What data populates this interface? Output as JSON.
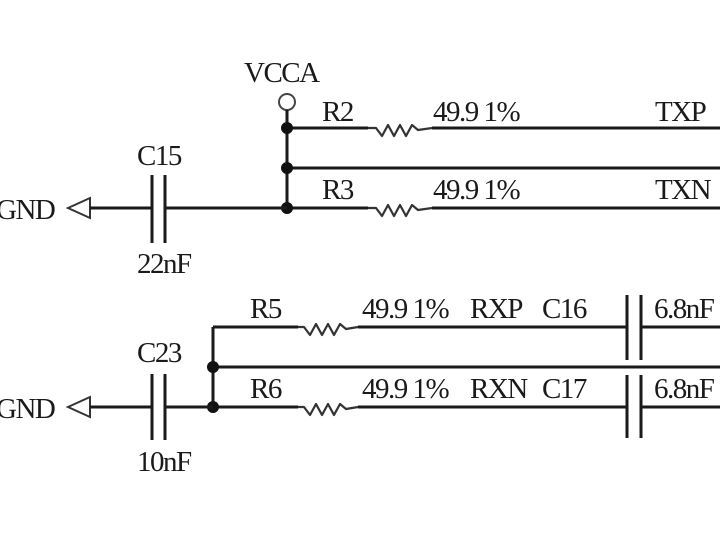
{
  "schematic": {
    "power": {
      "vcca": "VCCA"
    },
    "gnd": [
      "GND",
      "GND"
    ],
    "capacitors": [
      {
        "ref": "C15",
        "value": "22nF"
      },
      {
        "ref": "C23",
        "value": "10nF"
      },
      {
        "ref": "C16",
        "value": "6.8nF"
      },
      {
        "ref": "C17",
        "value": "6.8nF"
      }
    ],
    "resistors": [
      {
        "ref": "R2",
        "value": "49.9 1%"
      },
      {
        "ref": "R3",
        "value": "49.9 1%"
      },
      {
        "ref": "R5",
        "value": "49.9 1%"
      },
      {
        "ref": "R6",
        "value": "49.9 1%"
      }
    ],
    "nets": {
      "txp": "TXP",
      "txn": "TXN",
      "rxp": "RXP",
      "rxn": "RXN"
    },
    "colors": {
      "ink": "#1a1a1a",
      "background": "#ffffff"
    }
  }
}
